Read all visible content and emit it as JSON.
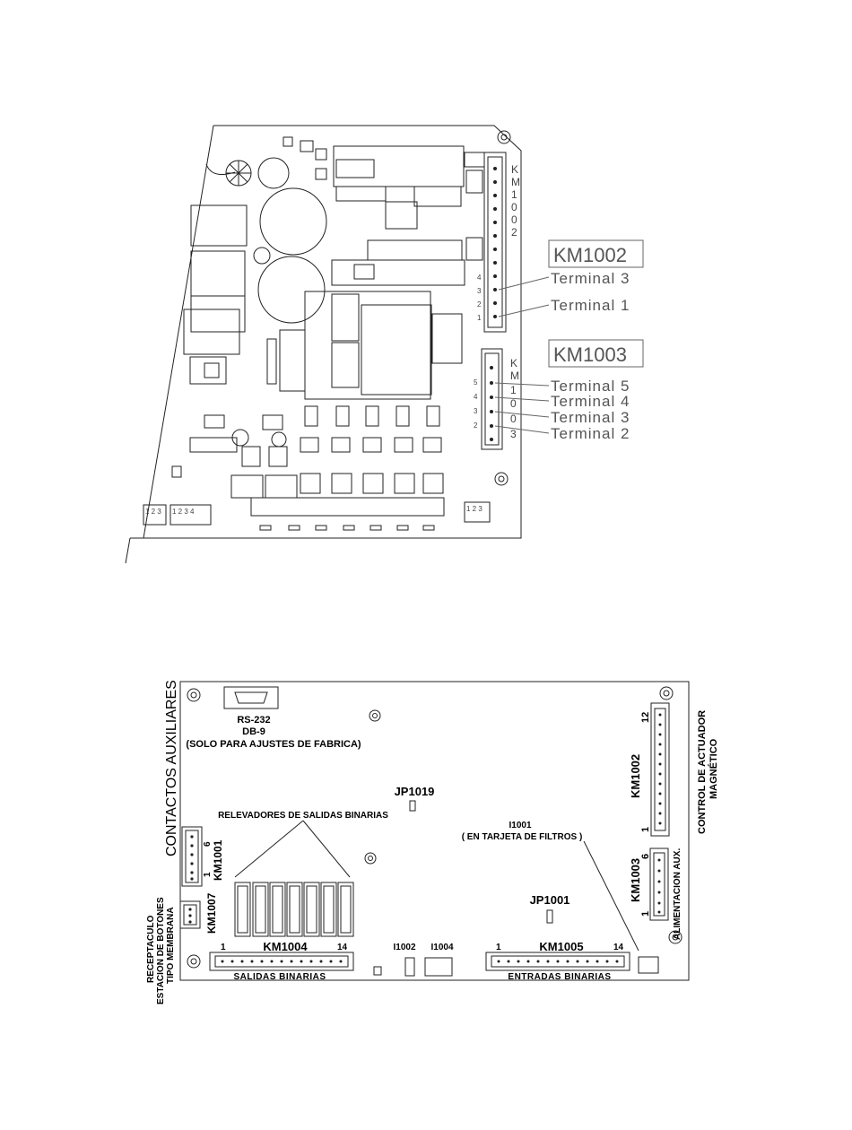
{
  "top_board": {
    "km1002_vertical": [
      "K",
      "M",
      "1",
      "0",
      "0",
      "2"
    ],
    "km1002_pins": [
      "4",
      "3",
      "2",
      "1"
    ],
    "km1003_vertical": [
      "K",
      "M",
      "1",
      "0",
      "0",
      "3"
    ],
    "km1003_pins": [
      "5",
      "4",
      "3",
      "2"
    ],
    "callouts": {
      "km1002_title": "KM1002",
      "km1002_terminals": [
        "Terminal 3",
        "Terminal 1"
      ],
      "km1003_title": "KM1003",
      "km1003_terminals": [
        "Terminal 5",
        "Terminal 4",
        "Terminal 3",
        "Terminal 2"
      ]
    },
    "dip_labels": [
      "1 2 3",
      "1 2 3 4",
      "1 2 3"
    ]
  },
  "bottom_board": {
    "rs232": {
      "line1": "RS-232",
      "line2": "DB-9",
      "line3": "(SOLO PARA AJUSTES DE FABRICA)"
    },
    "jp1019": "JP1019",
    "jp1001": "JP1001",
    "relays_label": "RELEVADORES DE SALIDAS BINARIAS",
    "i1001": {
      "line1": "I1001",
      "line2": "( EN TARJETA DE FILTROS )"
    },
    "contactos": "CONTACTOS AUXILIARES",
    "km1001": {
      "label": "KM1001",
      "pin_start": "1",
      "pin_end": "6"
    },
    "km1007": "KM1007",
    "receptaculo": [
      "RECEPTACULO",
      "ESTACION DE BOTONES",
      "TIPO MEMBRANA"
    ],
    "km1004": {
      "label": "KM1004",
      "pin_start": "1",
      "pin_end": "14",
      "caption": "SALIDAS BINARIAS"
    },
    "km1005": {
      "label": "KM1005",
      "pin_start": "1",
      "pin_end": "14",
      "caption": "ENTRADAS BINARIAS"
    },
    "i1002": "I1002",
    "i1004": "I1004",
    "km1002": {
      "label": "KM1002",
      "pin_start": "1",
      "pin_end": "12"
    },
    "km1003": {
      "label": "KM1003",
      "pin_start": "1",
      "pin_end": "6"
    },
    "control": [
      "CONTROL DE ACTUADOR",
      "MAGNÉTICO"
    ],
    "alimentacion": "ALIMENTACION AUX."
  }
}
